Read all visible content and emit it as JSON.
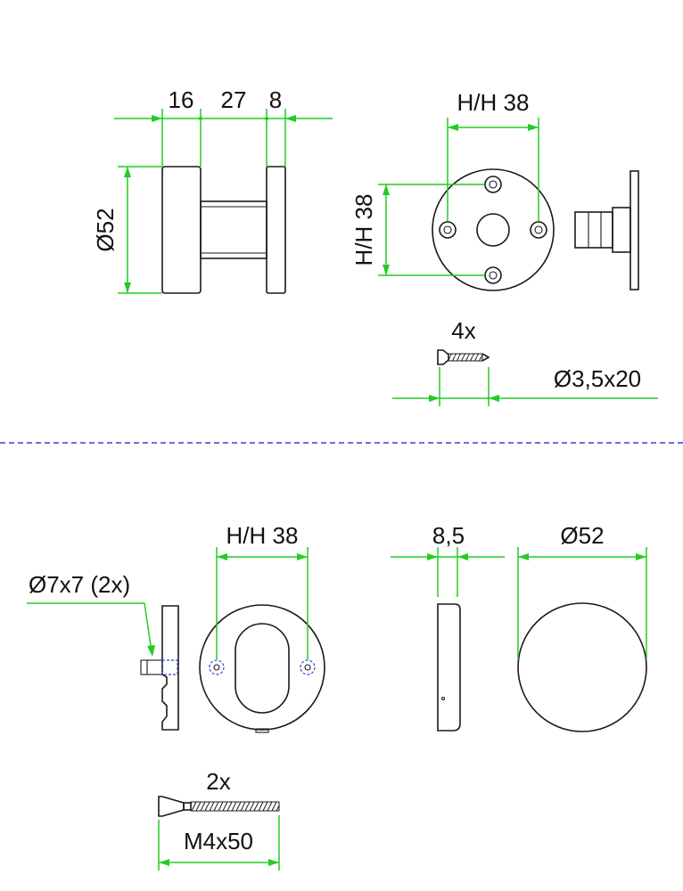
{
  "colors": {
    "dimension": "#22cc22",
    "outline": "#1a1a1a",
    "separator": "#3344dd",
    "hidden_line": "#3344dd"
  },
  "top": {
    "knob": {
      "dim_rose": "16",
      "dim_neck": "27",
      "dim_rose2": "8",
      "dim_diameter": "Ø52"
    },
    "rosette": {
      "dim_horizontal": "H/H 38",
      "dim_vertical": "H/H 38"
    },
    "wood_screws": {
      "count": "4x",
      "size": "Ø3,5x20"
    }
  },
  "bottom": {
    "pin": {
      "label": "Ø7x7 (2x)"
    },
    "escutcheon": {
      "dim_horizontal": "H/H 38"
    },
    "cover": {
      "thickness": "8,5",
      "diameter": "Ø52"
    },
    "bolts": {
      "count": "2x",
      "size": "M4x50"
    }
  }
}
